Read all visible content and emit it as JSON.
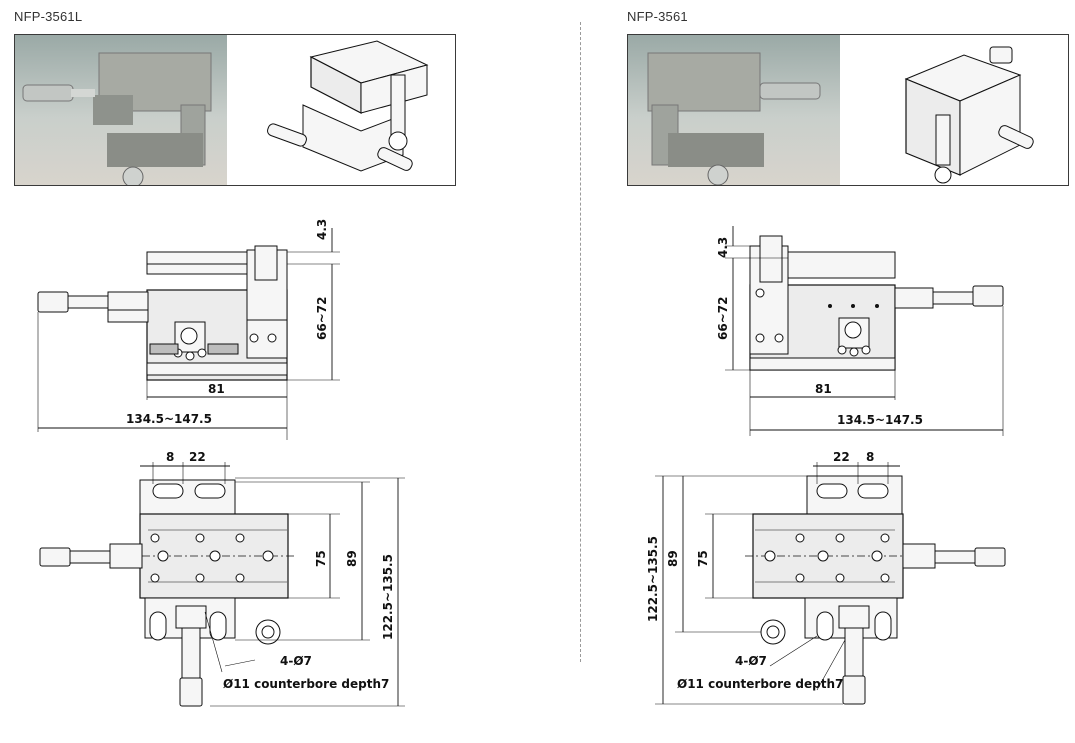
{
  "left": {
    "model": "NFP-3561L",
    "front": {
      "dim_height": "66~72",
      "dim_top": "4.3",
      "dim_width": "81",
      "dim_total": "134.5~147.5"
    },
    "top": {
      "dim_a": "8",
      "dim_b": "22",
      "dim_75": "75",
      "dim_89": "89",
      "dim_total": "122.5~135.5",
      "note_holes": "4-Ø7",
      "note_cbore": "Ø11 counterbore depth7"
    }
  },
  "right": {
    "model": "NFP-3561",
    "front": {
      "dim_height": "66~72",
      "dim_top": "4.3",
      "dim_width": "81",
      "dim_total": "134.5~147.5"
    },
    "top": {
      "dim_a": "22",
      "dim_b": "8",
      "dim_75": "75",
      "dim_89": "89",
      "dim_total": "122.5~135.5",
      "note_holes": "4-Ø7",
      "note_cbore": "Ø11 counterbore depth7"
    }
  },
  "colors": {
    "frame": "#3a3a3a",
    "line": "#111111",
    "divider": "#9a9a9a"
  }
}
